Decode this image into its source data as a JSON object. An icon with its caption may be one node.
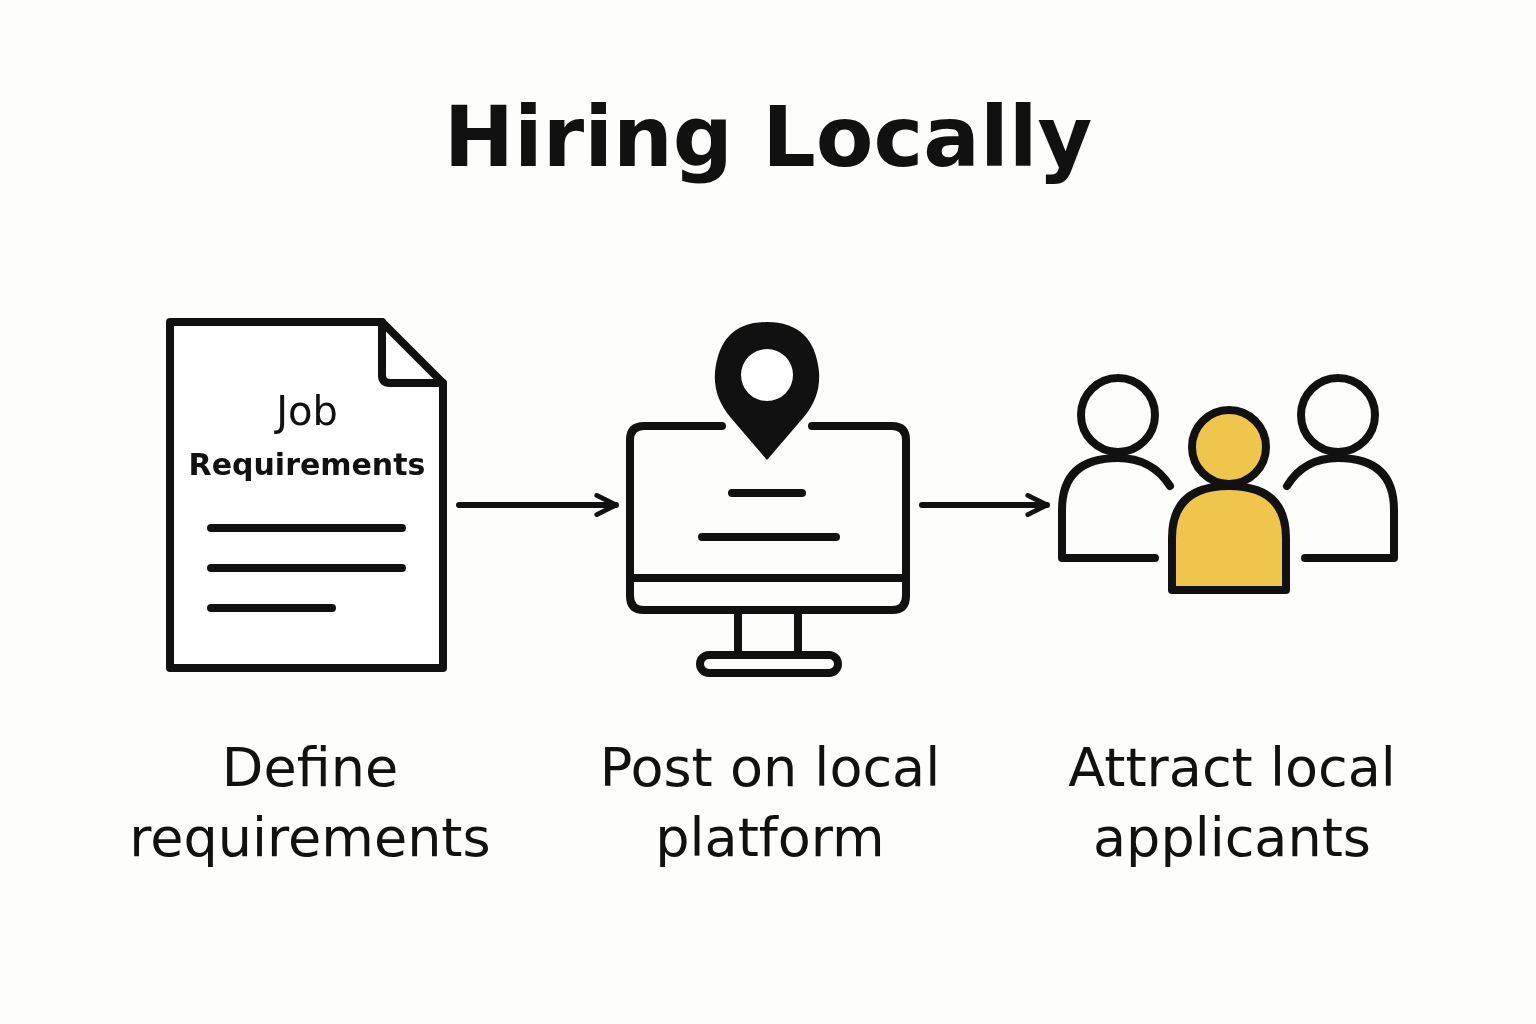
{
  "diagram": {
    "title": "Hiring Locally",
    "nodes": [
      {
        "text": [
          "Job",
          "Requirements"
        ],
        "beside": [
          "Define requirements"
        ]
      },
      {
        "text": [],
        "shape": "picture",
        "beside": [
          "Post on local platform"
        ]
      },
      {
        "text": [],
        "shape": "picture",
        "beside": [
          "Attract local applicants"
        ]
      }
    ],
    "edges": [
      {
        "from": 0,
        "to": 1,
        "arrow": "to"
      },
      {
        "from": 1,
        "to": 2,
        "arrow": "to"
      }
    ]
  }
}
